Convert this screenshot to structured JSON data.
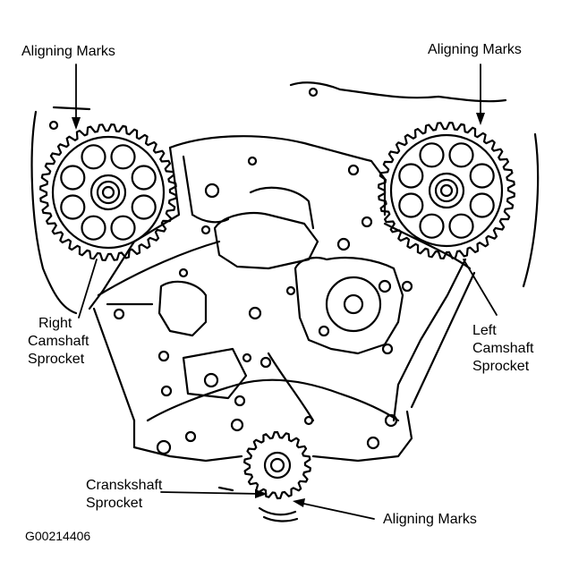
{
  "labels": {
    "aligning_marks_top_left": "Aligning Marks",
    "aligning_marks_top_right": "Aligning Marks",
    "right_camshaft_line1": "Right",
    "right_camshaft_line2": "Camshaft",
    "right_camshaft_line3": "Sprocket",
    "left_camshaft_line1": "Left",
    "left_camshaft_line2": "Camshaft",
    "left_camshaft_line3": "Sprocket",
    "crankshaft_line1": "Cranskshaft",
    "crankshaft_line2": "Sprocket",
    "aligning_marks_bottom": "Aligning Marks",
    "figure_code": "G00214406"
  },
  "colors": {
    "ink": "#000000",
    "paper": "#ffffff"
  }
}
